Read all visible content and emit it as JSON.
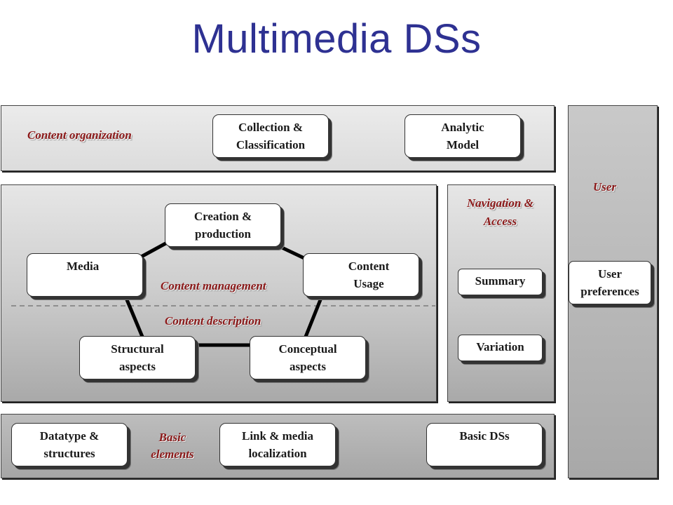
{
  "title": "Multimedia DSs",
  "labels": {
    "content_organization": "Content organization",
    "user": "User",
    "navigation_access": [
      "Navigation &",
      "Access"
    ],
    "content_management": "Content management",
    "content_description": "Content description",
    "basic_elements": [
      "Basic",
      "elements"
    ]
  },
  "boxes": {
    "collection": [
      "Collection &",
      "Classification"
    ],
    "analytic": [
      "Analytic",
      "Model"
    ],
    "creation": [
      "Creation &",
      "production"
    ],
    "media": [
      "Media"
    ],
    "content_usage": [
      "Content",
      "Usage"
    ],
    "structural": [
      "Structural",
      "aspects"
    ],
    "conceptual": [
      "Conceptual",
      "aspects"
    ],
    "summary": [
      "Summary"
    ],
    "variation": [
      "Variation"
    ],
    "user_preferences": [
      "User",
      "preferences"
    ],
    "datatype": [
      "Datatype &",
      "structures"
    ],
    "link_media": [
      "Link & media",
      "localization"
    ],
    "basic_dss": [
      "Basic DSs"
    ]
  },
  "colors": {
    "title": "#2e3192",
    "label": "#8b1a1a"
  }
}
